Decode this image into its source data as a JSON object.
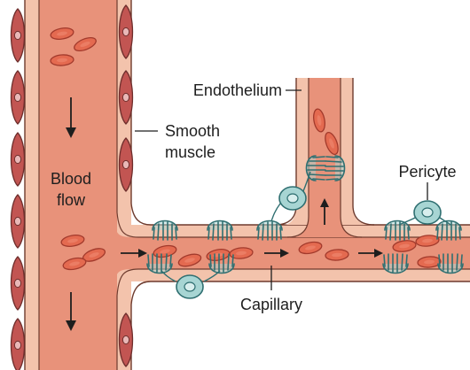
{
  "labels": {
    "endothelium": "Endothelium",
    "smooth_muscle_line1": "Smooth",
    "smooth_muscle_line2": "muscle",
    "blood_flow_line1": "Blood",
    "blood_flow_line2": "flow",
    "pericyte": "Pericyte",
    "capillary": "Capillary"
  },
  "colors": {
    "endothelium": "#f3c3ac",
    "vessel_wall_outline": "#6e3b2e",
    "lumen": "#e8927a",
    "red_blood_cell": "#e46a50",
    "smooth_muscle": "#c25552",
    "pericyte": "#a7d5d3",
    "pericyte_outline": "#2f6f71"
  }
}
